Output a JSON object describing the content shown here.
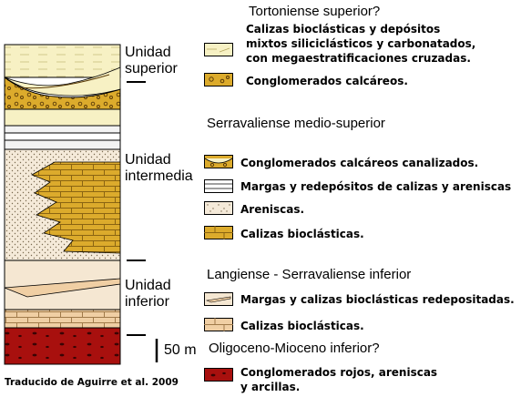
{
  "units": {
    "superior": [
      "Unidad",
      "superior"
    ],
    "intermedia": [
      "Unidad",
      "intermedia"
    ],
    "inferior": [
      "Unidad",
      "inferior"
    ]
  },
  "periods": {
    "tortoniense": "Tortoniense superior?",
    "serravaliense": "Serravaliense medio-superior",
    "langiense": "Langiense - Serravaliense inferior",
    "oligoceno": "Oligoceno-Mioceno inferior?"
  },
  "legend": {
    "calizas_mixtos": [
      "Calizas bioclásticas y depósitos",
      "mixtos siliciclásticos y carbonatados,",
      "con megaestratificaciones cruzadas."
    ],
    "conglomerados_calcareos": "Conglomerados calcáreos.",
    "conglomerados_canalizados": "Conglomerados calcáreos canalizados.",
    "margas_redepositos": "Margas y redepósitos de calizas y areniscas",
    "areniscas": "Areniscas.",
    "calizas_intermedia": "Calizas bioclásticas.",
    "margas_calizas_redepositadas": "Margas y calizas bioclásticas redepositadas.",
    "calizas_inferior": "Calizas bioclásticas.",
    "conglomerados_rojos": [
      "Conglomerados rojos, areniscas",
      "y arcillas."
    ]
  },
  "scale": "50 m",
  "credit": "Traducido de Aguirre et al. 2009",
  "colors": {
    "cream": "#f7f1c4",
    "ochre": "#dcab2c",
    "sand": "#f5e7d2",
    "peach": "#f3d2ad",
    "red": "#a8100e",
    "marl": "#f3f3f3"
  }
}
